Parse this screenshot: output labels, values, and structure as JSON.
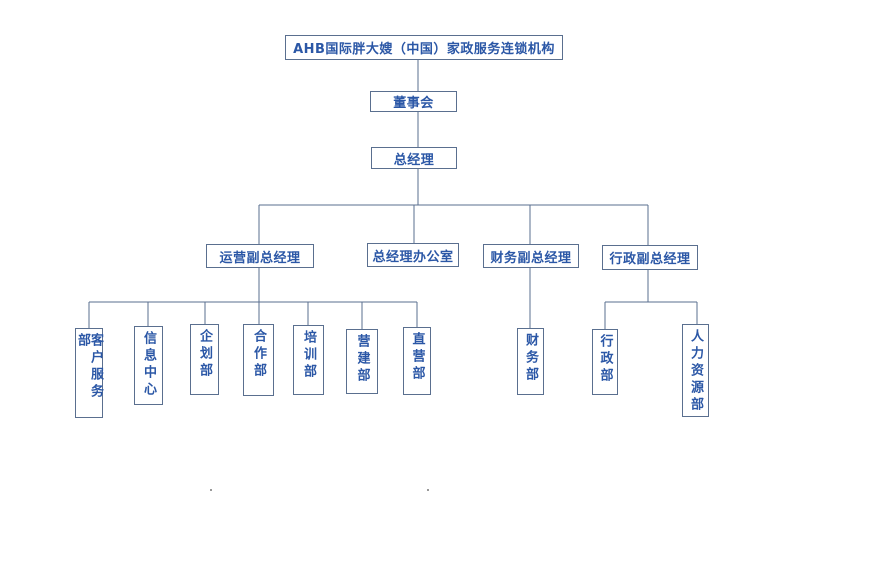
{
  "org": {
    "root": "AHB国际胖大嫂（中国）家政服务连锁机构",
    "board": "董事会",
    "gm": "总经理",
    "ops_vp": "运营副总经理",
    "gm_office": "总经理办公室",
    "fin_vp": "财务副总经理",
    "admin_vp": "行政副总经理",
    "ops_depts": [
      "客户服务部",
      "信息中心",
      "企划部",
      "合作部",
      "培训部",
      "营建部",
      "直营部"
    ],
    "fin_depts": [
      "财务部"
    ],
    "admin_depts": [
      "行政部",
      "人力资源部"
    ]
  },
  "colors": {
    "line": "#5a6f8f",
    "text": "#2b57a6"
  }
}
